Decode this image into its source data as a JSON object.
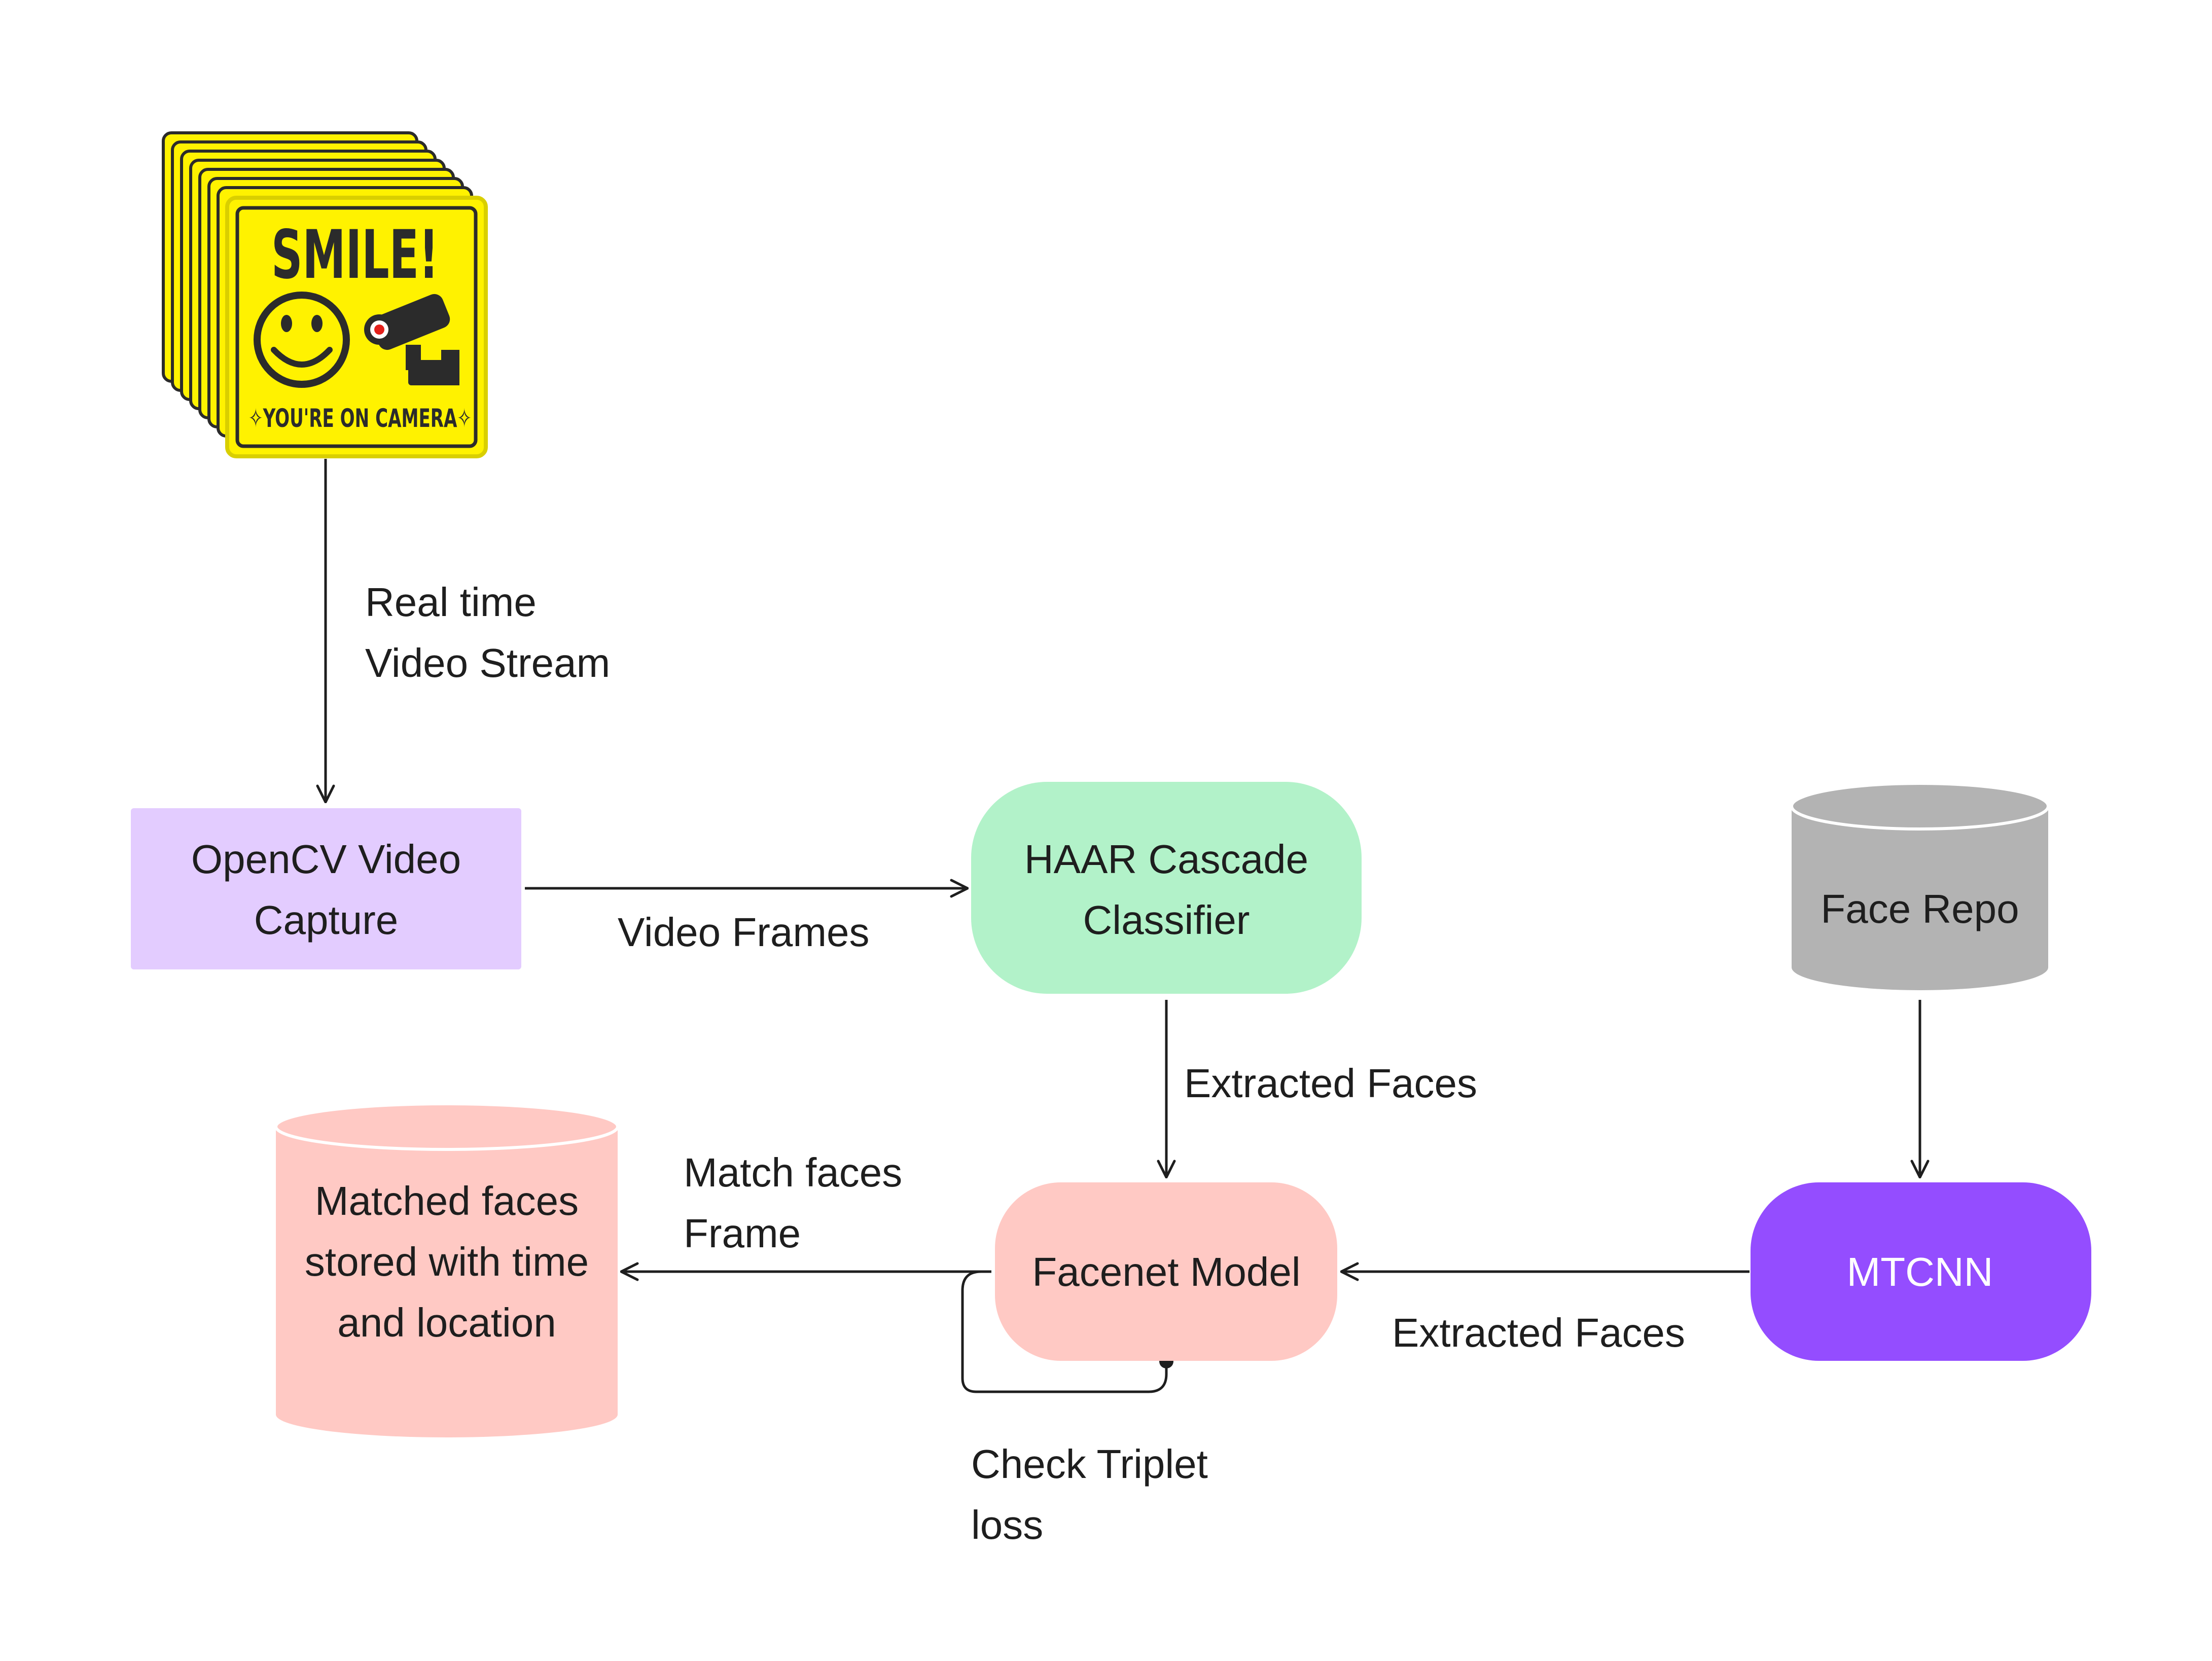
{
  "sign": {
    "headline": "SMILE!",
    "caption": "✧YOU'RE ON CAMERA✧",
    "color": "#fff200"
  },
  "nodes": {
    "opencv": {
      "line1": "OpenCV Video",
      "line2": "Capture",
      "color": "#e3ccff"
    },
    "haar": {
      "line1": "HAAR Cascade",
      "line2": "Classifier",
      "color": "#b2f2c9"
    },
    "face_repo": {
      "label": "Face Repo",
      "color": "#b3b3b3"
    },
    "facenet": {
      "label": "Facenet Model",
      "color": "#ffc9c4"
    },
    "mtcnn": {
      "label": "MTCNN",
      "color": "#944dff"
    },
    "matched": {
      "line1": "Matched faces",
      "line2": "stored with time",
      "line3": "and location",
      "color": "#ffc9c4"
    }
  },
  "edges": {
    "stream": {
      "line1": "Real time",
      "line2": "Video Stream"
    },
    "frames": {
      "label": "Video Frames"
    },
    "extracted_haar": {
      "label": "Extracted Faces"
    },
    "extracted_mtcnn": {
      "label": "Extracted Faces"
    },
    "match": {
      "line1": "Match faces",
      "line2": "Frame"
    },
    "triplet": {
      "line1": "Check Triplet",
      "line2": "loss"
    }
  }
}
